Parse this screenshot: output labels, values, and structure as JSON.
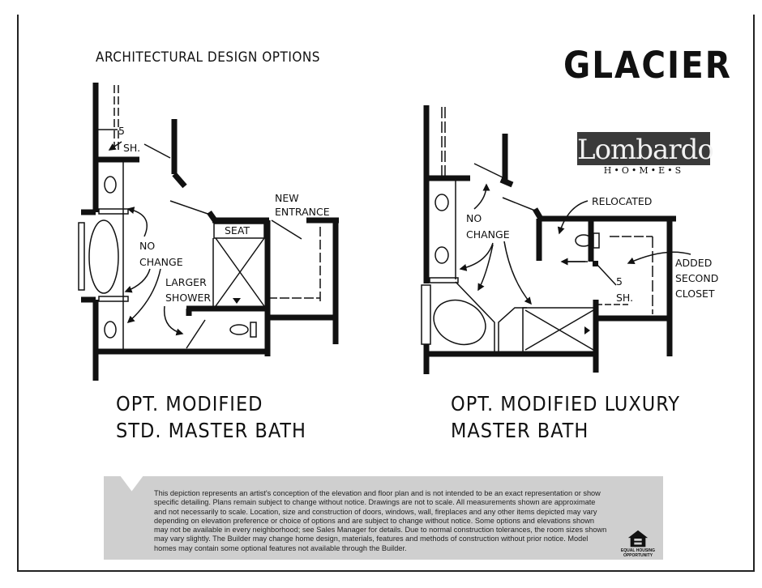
{
  "header": {
    "subtitle": "ARCHITECTURAL DESIGN OPTIONS",
    "title": "GLACIER"
  },
  "logo": {
    "name": "Lombardo",
    "sub": "H•O•M•E•S"
  },
  "left_plan": {
    "caption_line1": "OPT. MODIFIED",
    "caption_line2": "STD. MASTER BATH",
    "labels": {
      "sh_num": "5",
      "sh": "SH.",
      "new": "NEW",
      "entrance": "ENTRANCE",
      "seat": "SEAT",
      "no": "NO",
      "change": "CHANGE",
      "larger": "LARGER",
      "shower": "SHOWER"
    }
  },
  "right_plan": {
    "caption_line1": "OPT. MODIFIED LUXURY",
    "caption_line2": "MASTER BATH",
    "labels": {
      "no": "NO",
      "change": "CHANGE",
      "relocated": "RELOCATED",
      "sh_num": "5",
      "sh": "SH.",
      "added": "ADDED",
      "second": "SECOND",
      "closet": "CLOSET"
    }
  },
  "disclaimer": "This depiction represents an artist's conception of the elevation and floor plan and is not intended to be an exact representation or show specific detailing. Plans remain subject to change without notice. Drawings are not to scale. All measurements shown are approximate and not necessarily to scale. Location, size and construction of doors, windows, wall, fireplaces and any other items depicted may vary depending on elevation preference or choice of options and are subject to change without notice. Some options and elevations shown may not be available in every neighborhood; see Sales Manager for details. Due to normal construction tolerances, the room sizes shown may vary slightly. The Builder may change home design, materials, features and methods of construction without prior notice. Model homes may contain some optional features not available through the Builder.",
  "equal_housing": "EQUAL HOUSING OPPORTUNITY"
}
